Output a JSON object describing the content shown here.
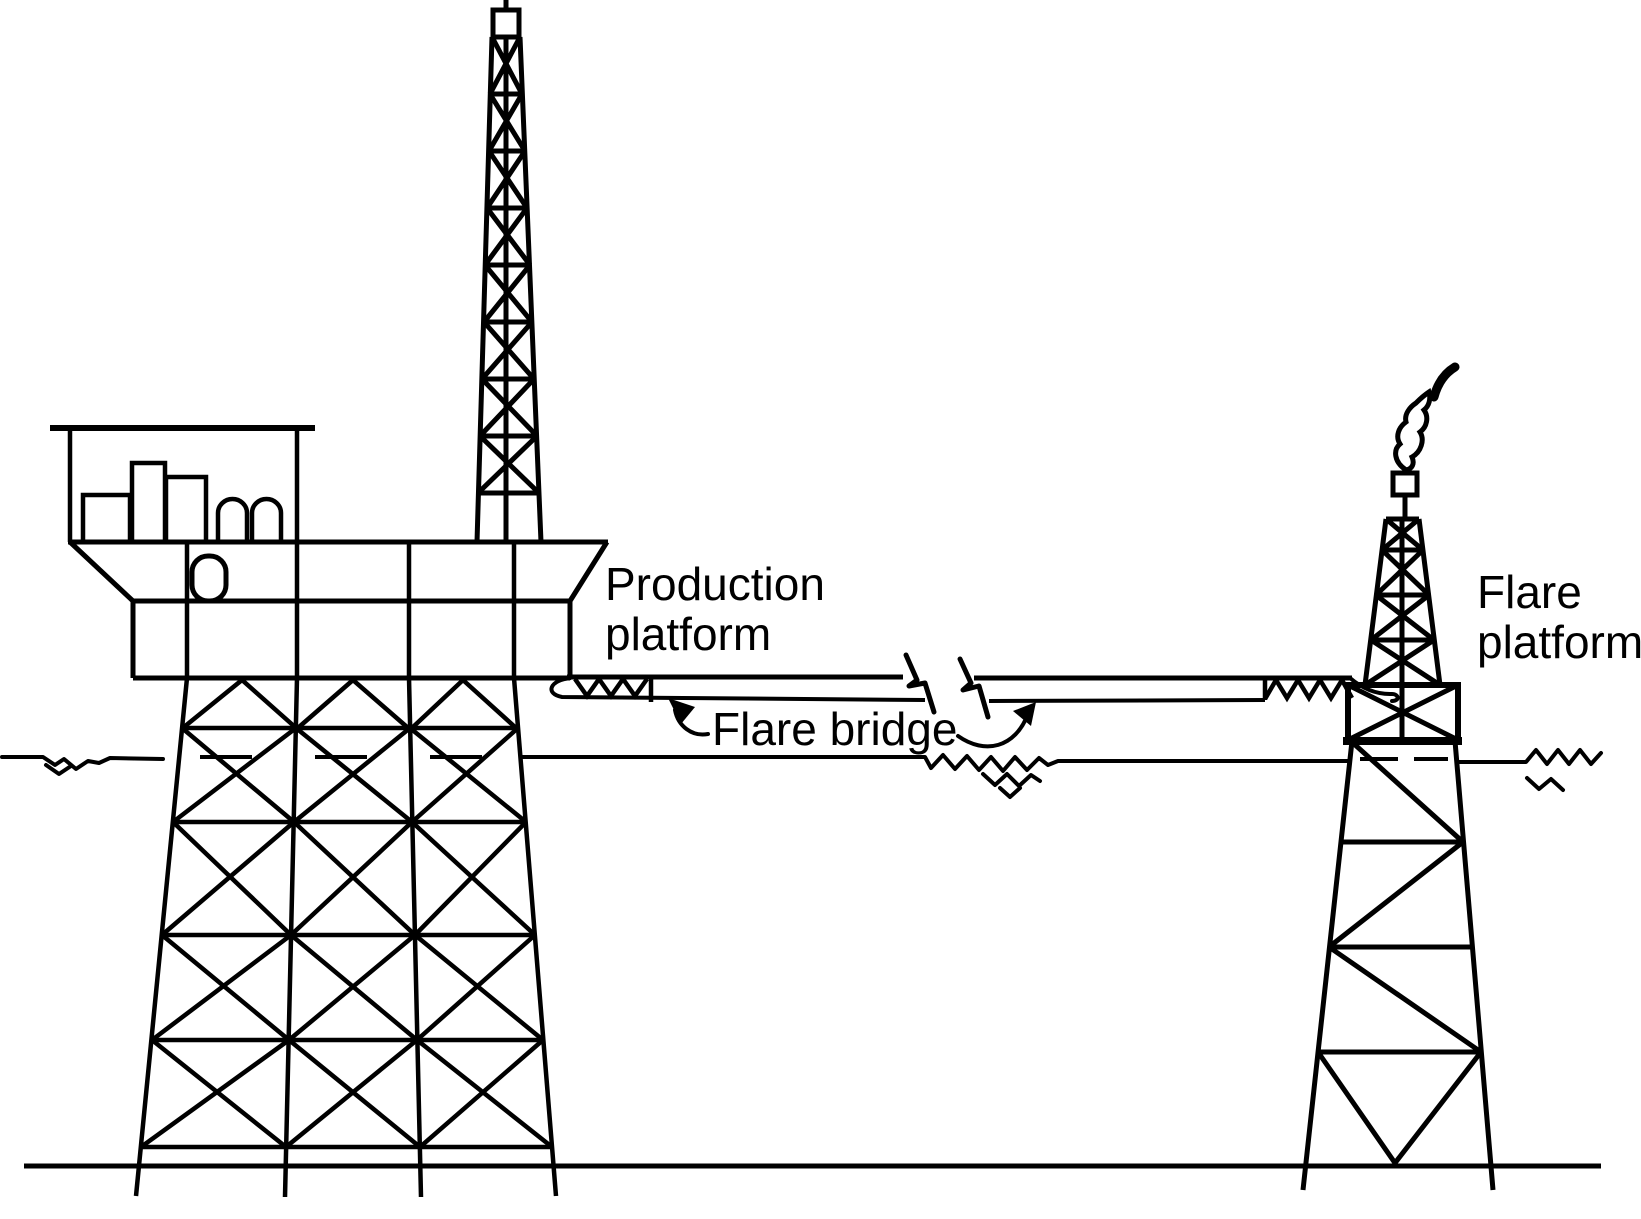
{
  "colors": {
    "ink": "#000000",
    "paper": "#ffffff"
  },
  "labels": {
    "production_platform": {
      "line1": "Production",
      "line2": "platform"
    },
    "flare_bridge": "Flare bridge",
    "flare_platform": {
      "line1": "Flare",
      "line2": "platform"
    }
  }
}
